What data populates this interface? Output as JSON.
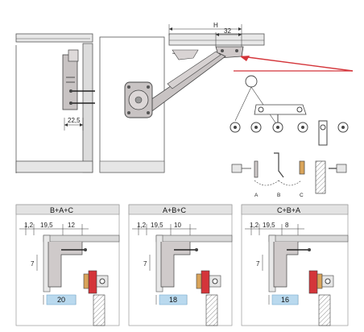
{
  "top": {
    "dim_h": "H",
    "dim_32": "32",
    "dim_22_5": "22,5",
    "sub_labels": [
      "A",
      "B",
      "C"
    ]
  },
  "panels": [
    {
      "title": "B+A+C",
      "dims": [
        "1,2",
        "19,5",
        "12"
      ],
      "dim_vertical": "7",
      "badge": "20"
    },
    {
      "title": "A+B+C",
      "dims": [
        "1,2",
        "19,5",
        "10"
      ],
      "dim_vertical": "7",
      "badge": "18"
    },
    {
      "title": "C+B+A",
      "dims": [
        "1,2",
        "19,5",
        "8"
      ],
      "dim_vertical": "7",
      "badge": "16"
    }
  ],
  "colors": {
    "accent_red": "#d4353a",
    "badge_blue": "#b9d9ee",
    "header_gray": "#e3e3e3",
    "metal_gray": "#c8c3c3"
  }
}
